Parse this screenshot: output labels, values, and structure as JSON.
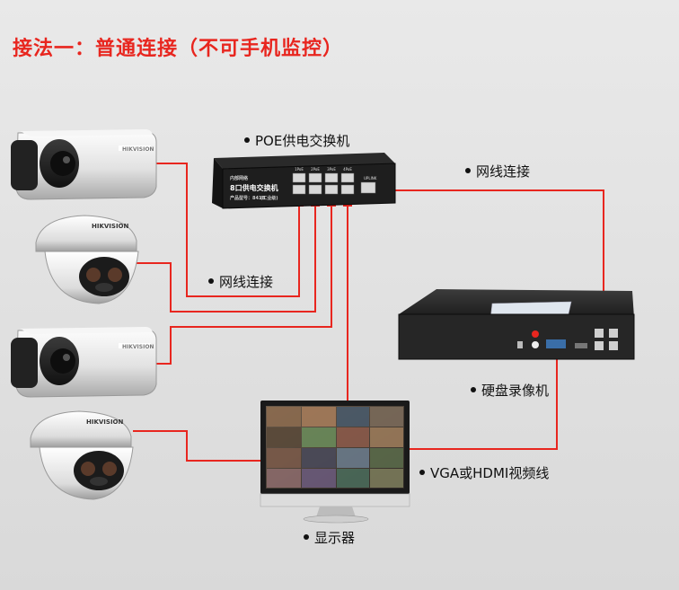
{
  "title": "接法一：普通连接（不可手机监控）",
  "colors": {
    "cable": "#e8261f",
    "title": "#e8261f",
    "background": "#dedede"
  },
  "labels": {
    "switch": "POE供电交换机",
    "cable_top": "网线连接",
    "cable_left": "网线连接",
    "nvr": "硬盘录像机",
    "video_cable": "VGA或HDMI视频线",
    "monitor": "显示器"
  },
  "switch": {
    "vendor_line": "内部网络",
    "model_line": "8口供电交换机",
    "spec_line": "产品型号：8418",
    "spec_suffix": "(工业级)",
    "port_labels": [
      "1PoE",
      "2PoE",
      "3PoE",
      "4PoE"
    ],
    "uplink": "UPLINK"
  },
  "cameras": [
    {
      "type": "bullet",
      "brand": "HIKVISION"
    },
    {
      "type": "dome",
      "brand": "HIKVISION"
    },
    {
      "type": "bullet",
      "brand": "HIKVISION"
    },
    {
      "type": "dome",
      "brand": "HIKVISION"
    }
  ]
}
